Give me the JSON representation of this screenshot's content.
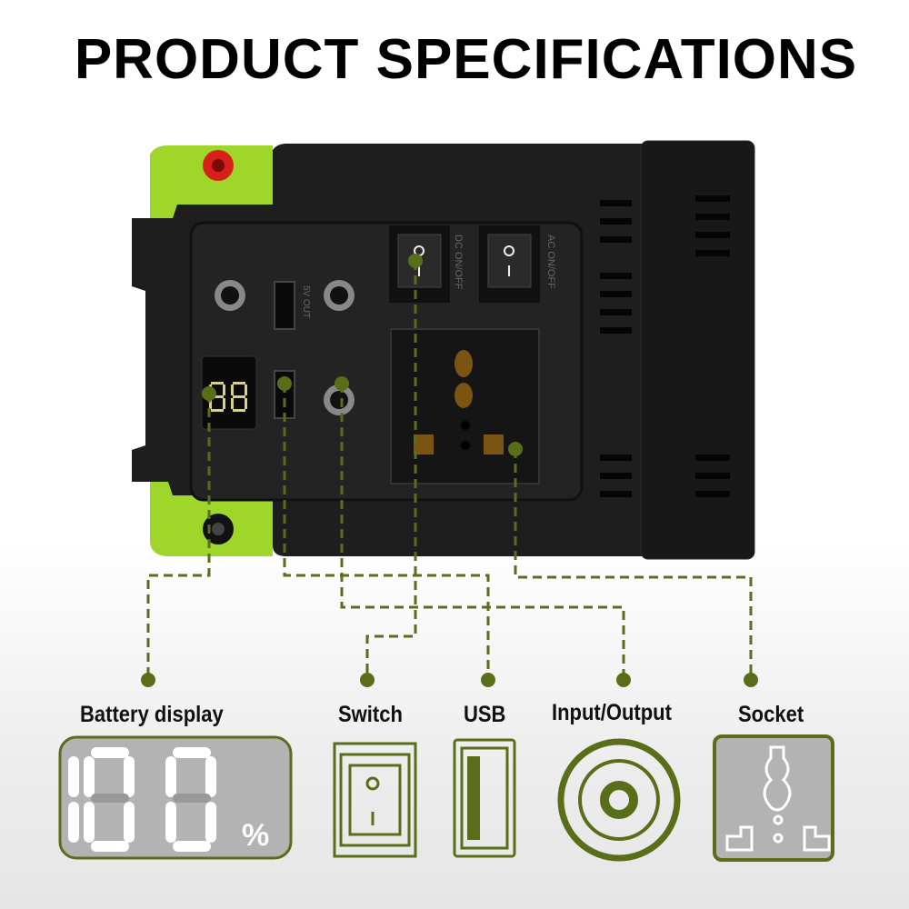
{
  "title": "PRODUCT SPECIFICATIONS",
  "features": [
    {
      "label": "Battery display",
      "icon": "battery-display-icon"
    },
    {
      "label": "Switch",
      "icon": "switch-icon"
    },
    {
      "label": "USB",
      "icon": "usb-icon"
    },
    {
      "label": "Input/Output",
      "icon": "input-output-icon"
    },
    {
      "label": "Socket",
      "icon": "socket-icon"
    }
  ],
  "battery_icon": {
    "digits": "100",
    "unit": "%"
  },
  "device": {
    "dc_switch": "DC ON/OFF",
    "ac_switch": "AC ON/OFF",
    "usb_label": "5V OUT"
  },
  "colors": {
    "accent": "#5a6e1a",
    "lime": "#9ed62a",
    "body": "#1e1e1e"
  }
}
